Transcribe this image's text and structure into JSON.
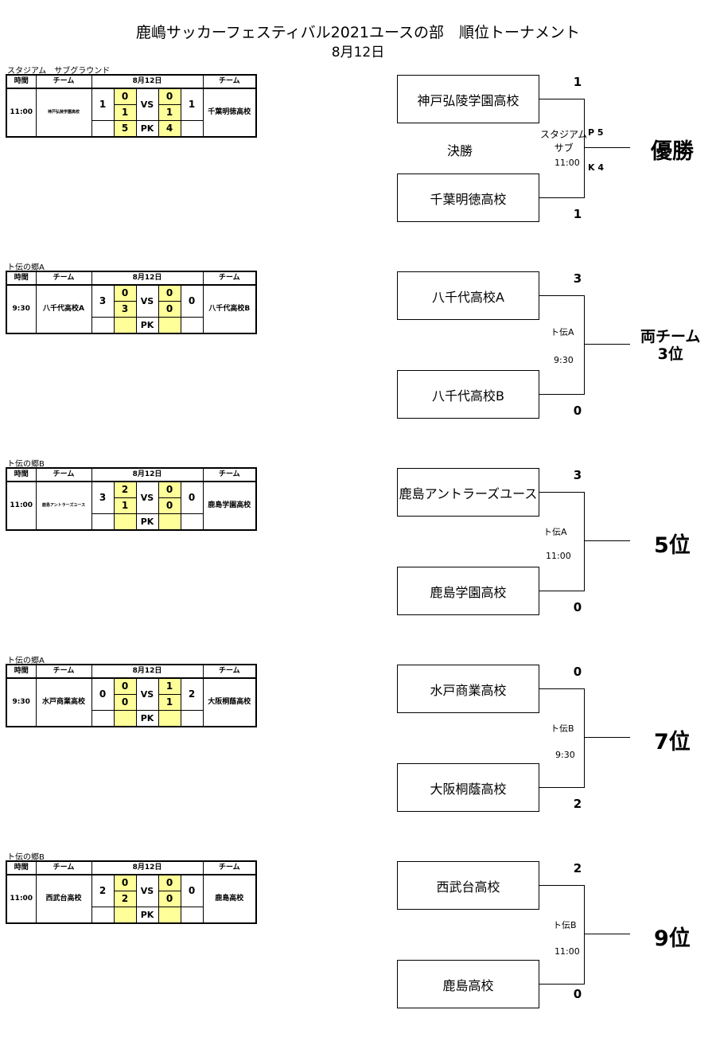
{
  "header": {
    "title": "鹿嶋サッカーフェスティバル2021ユースの部　順位トーナメント",
    "date": "8月12日"
  },
  "table_headers": {
    "time": "時間",
    "team": "チーム",
    "date": "8月12日",
    "team2": "チーム"
  },
  "vs_label": "VS",
  "pk_label": "PK",
  "matches": [
    {
      "venue": "スタジアム　サブグラウンド",
      "time": "11:00",
      "team_a": "神戸弘陵学園高校",
      "team_b": "千葉明徳高校",
      "total_a": "1",
      "total_b": "1",
      "half1_a": "0",
      "half1_b": "0",
      "half2_a": "1",
      "half2_b": "1",
      "pk_a": "5",
      "pk_b": "4",
      "bracket": {
        "top_team": "神戸弘陵学園高校",
        "top_score": "1",
        "bottom_team": "千葉明徳高校",
        "bottom_score": "1",
        "round_label": "決勝",
        "venue_lines": [
          "スタジアム",
          "サブ"
        ],
        "time": "11:00",
        "pk_top": "P 5",
        "pk_bottom": "K 4",
        "result": "優勝"
      }
    },
    {
      "venue": "ト伝の郷A",
      "time": "9:30",
      "team_a": "八千代高校A",
      "team_b": "八千代高校B",
      "total_a": "3",
      "total_b": "0",
      "half1_a": "0",
      "half1_b": "0",
      "half2_a": "3",
      "half2_b": "0",
      "pk_a": "",
      "pk_b": "",
      "bracket": {
        "top_team": "八千代高校A",
        "top_score": "3",
        "bottom_team": "八千代高校B",
        "bottom_score": "0",
        "venue": "ト伝A",
        "time": "9:30",
        "result_lines": [
          "両チーム",
          "3位"
        ]
      }
    },
    {
      "venue": "ト伝の郷B",
      "time": "11:00",
      "team_a": "鹿島アントラーズユース",
      "team_b": "鹿島学園高校",
      "total_a": "3",
      "total_b": "0",
      "half1_a": "2",
      "half1_b": "0",
      "half2_a": "1",
      "half2_b": "0",
      "pk_a": "",
      "pk_b": "",
      "bracket": {
        "top_team": "鹿島アントラーズユース",
        "top_score": "3",
        "bottom_team": "鹿島学園高校",
        "bottom_score": "0",
        "venue": "ト伝A",
        "time": "11:00",
        "result": "5位"
      }
    },
    {
      "venue": "ト伝の郷A",
      "time": "9:30",
      "team_a": "水戸商業高校",
      "team_b": "大阪桐蔭高校",
      "total_a": "0",
      "total_b": "2",
      "half1_a": "0",
      "half1_b": "1",
      "half2_a": "0",
      "half2_b": "1",
      "pk_a": "",
      "pk_b": "",
      "bracket": {
        "top_team": "水戸商業高校",
        "top_score": "0",
        "bottom_team": "大阪桐蔭高校",
        "bottom_score": "2",
        "venue": "ト伝B",
        "time": "9:30",
        "result": "7位"
      }
    },
    {
      "venue": "ト伝の郷B",
      "time": "11:00",
      "team_a": "西武台高校",
      "team_b": "鹿島高校",
      "total_a": "2",
      "total_b": "0",
      "half1_a": "0",
      "half1_b": "0",
      "half2_a": "2",
      "half2_b": "0",
      "pk_a": "",
      "pk_b": "",
      "bracket": {
        "top_team": "西武台高校",
        "top_score": "2",
        "bottom_team": "鹿島高校",
        "bottom_score": "0",
        "venue": "ト伝B",
        "time": "11:00",
        "result": "9位"
      }
    }
  ]
}
